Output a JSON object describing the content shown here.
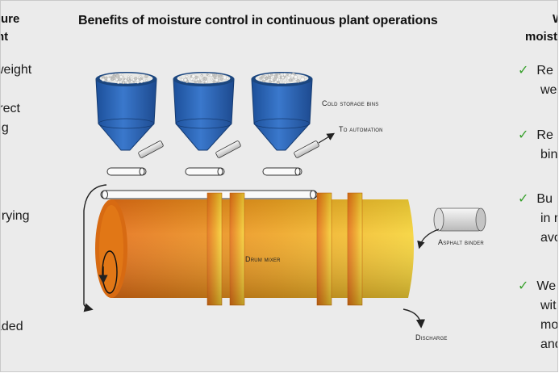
{
  "title": "Benefits of moisture control in continuous plant operations",
  "left": {
    "title_lines": [
      "ture",
      "nt"
    ],
    "items": [
      {
        "lines": [
          "weight"
        ]
      },
      {
        "lines": [
          "rrect",
          "ng"
        ]
      },
      {
        "lines": [
          "drying"
        ]
      },
      {
        "lines": [
          "aded"
        ]
      }
    ]
  },
  "right": {
    "title_lines": [
      "W",
      "moist"
    ],
    "check_symbol": "✓",
    "items": [
      {
        "lines": [
          "Re",
          "we"
        ]
      },
      {
        "lines": [
          "Re",
          "bin"
        ]
      },
      {
        "lines": [
          "Bu",
          "in r",
          "avo"
        ]
      },
      {
        "lines": [
          "We",
          "wit",
          "mo",
          "and"
        ]
      }
    ]
  },
  "labels": {
    "cold_bins": "Cold storage bins",
    "automation": "To automation",
    "drum": "Drum mixer",
    "binder": "Asphalt binder",
    "discharge": "Discharge"
  },
  "colors": {
    "bin_blue": "#2a63b5",
    "drum_orange": "#e97a18",
    "drum_yellow": "#f3c62c",
    "check_green": "#37a02b"
  }
}
